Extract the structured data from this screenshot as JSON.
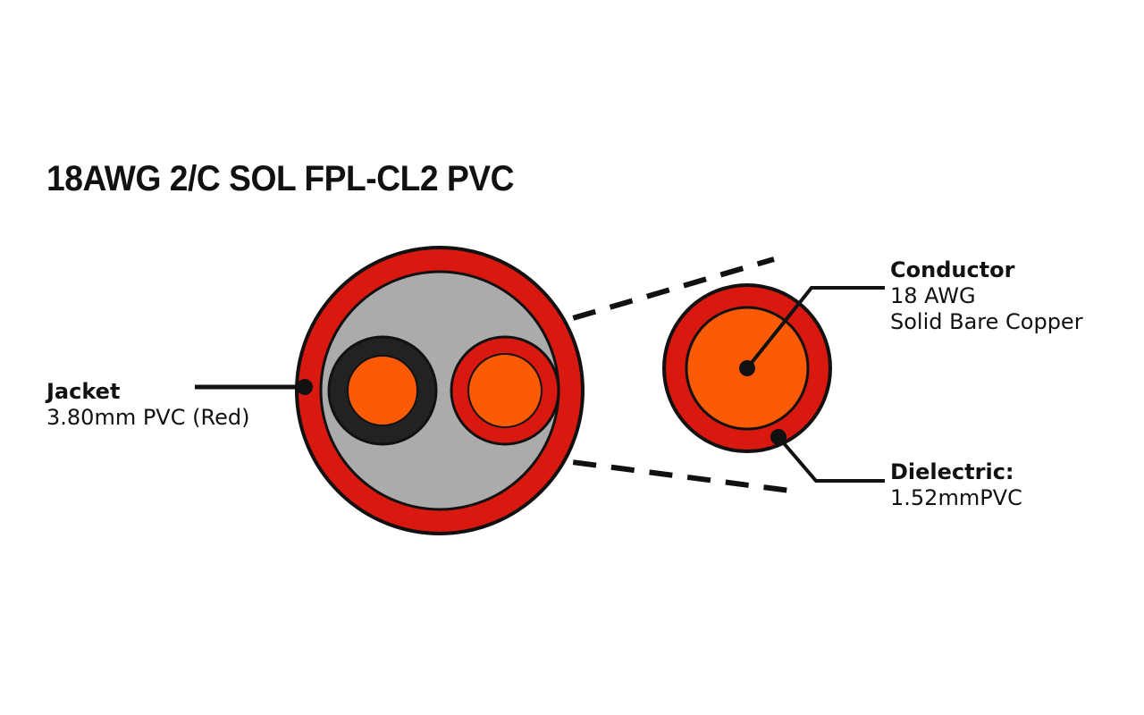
{
  "title": "18AWG 2/C SOL FPL-CL2 PVC",
  "callouts": {
    "jacket": {
      "head": "Jacket",
      "line1": "3.80mm PVC (Red)"
    },
    "conductor": {
      "head": "Conductor",
      "line1": "18 AWG",
      "line2": "Solid Bare Copper"
    },
    "dielectric": {
      "head": "Dielectric:",
      "line1": "1.52mmPVC"
    }
  },
  "colors": {
    "jacket_red": "#D9180F",
    "jacket_red_dark": "#C21109",
    "filler_grey": "#ABABAB",
    "insulation_black": "#222222",
    "insulation_red": "#D9180F",
    "copper_orange": "#FB5B05",
    "outline": "#111111",
    "background": "#FFFFFF"
  },
  "chart_data": {
    "type": "diagram",
    "title": "18AWG 2/C SOL FPL-CL2 PVC",
    "subject": "cable cross-section",
    "views": [
      {
        "name": "main-cross-section",
        "center": [
          492,
          437
        ],
        "layers": [
          {
            "name": "jacket",
            "shape": "circle",
            "outer_radius": 163,
            "inner_radius": 136,
            "color": "#D9180F",
            "label": "Jacket 3.80mm PVC (Red)"
          },
          {
            "name": "filler",
            "shape": "circle",
            "outer_radius": 136,
            "color": "#ABABAB"
          },
          {
            "name": "conductor-1-insulation",
            "shape": "circle",
            "center": [
              428,
              437
            ],
            "outer_radius": 61,
            "inner_radius": 40,
            "color": "#222222"
          },
          {
            "name": "conductor-1-core",
            "shape": "circle",
            "center": [
              428,
              437
            ],
            "outer_radius": 40,
            "color": "#FB5B05"
          },
          {
            "name": "conductor-2-insulation",
            "shape": "circle",
            "center": [
              565,
              437
            ],
            "outer_radius": 60,
            "inner_radius": 41,
            "color": "#D9180F"
          },
          {
            "name": "conductor-2-core",
            "shape": "circle",
            "center": [
              565,
              437
            ],
            "outer_radius": 41,
            "color": "#FB5B05"
          }
        ]
      },
      {
        "name": "detail-single-conductor",
        "center": [
          836,
          412
        ],
        "layers": [
          {
            "name": "dielectric",
            "shape": "circle",
            "outer_radius": 94,
            "inner_radius": 68,
            "color": "#D9180F",
            "label": "Dielectric: 1.52mmPVC"
          },
          {
            "name": "conductor",
            "shape": "circle",
            "outer_radius": 68,
            "color": "#FB5B05",
            "label": "Conductor 18 AWG Solid Bare Copper"
          }
        ]
      }
    ],
    "leaders": [
      {
        "name": "jacket-leader",
        "from": [
          218,
          433
        ],
        "to": [
          340,
          433
        ],
        "dot_at": "to"
      },
      {
        "name": "conductor-leader",
        "from": [
          836,
          412
        ],
        "bend": [
          908,
          322
        ],
        "to": [
          990,
          322
        ],
        "dot_at": "from"
      },
      {
        "name": "dielectric-leader",
        "from": [
          871,
          489
        ],
        "bend": [
          912,
          537
        ],
        "to": [
          990,
          537
        ],
        "dot_at": "from"
      }
    ],
    "connectors": [
      {
        "name": "upper-expansion-line",
        "style": "dashed",
        "from": [
          600,
          368
        ],
        "to": [
          866,
          290
        ]
      },
      {
        "name": "lower-expansion-line",
        "style": "dashed",
        "from": [
          556,
          506
        ],
        "to": [
          884,
          549
        ]
      }
    ]
  }
}
